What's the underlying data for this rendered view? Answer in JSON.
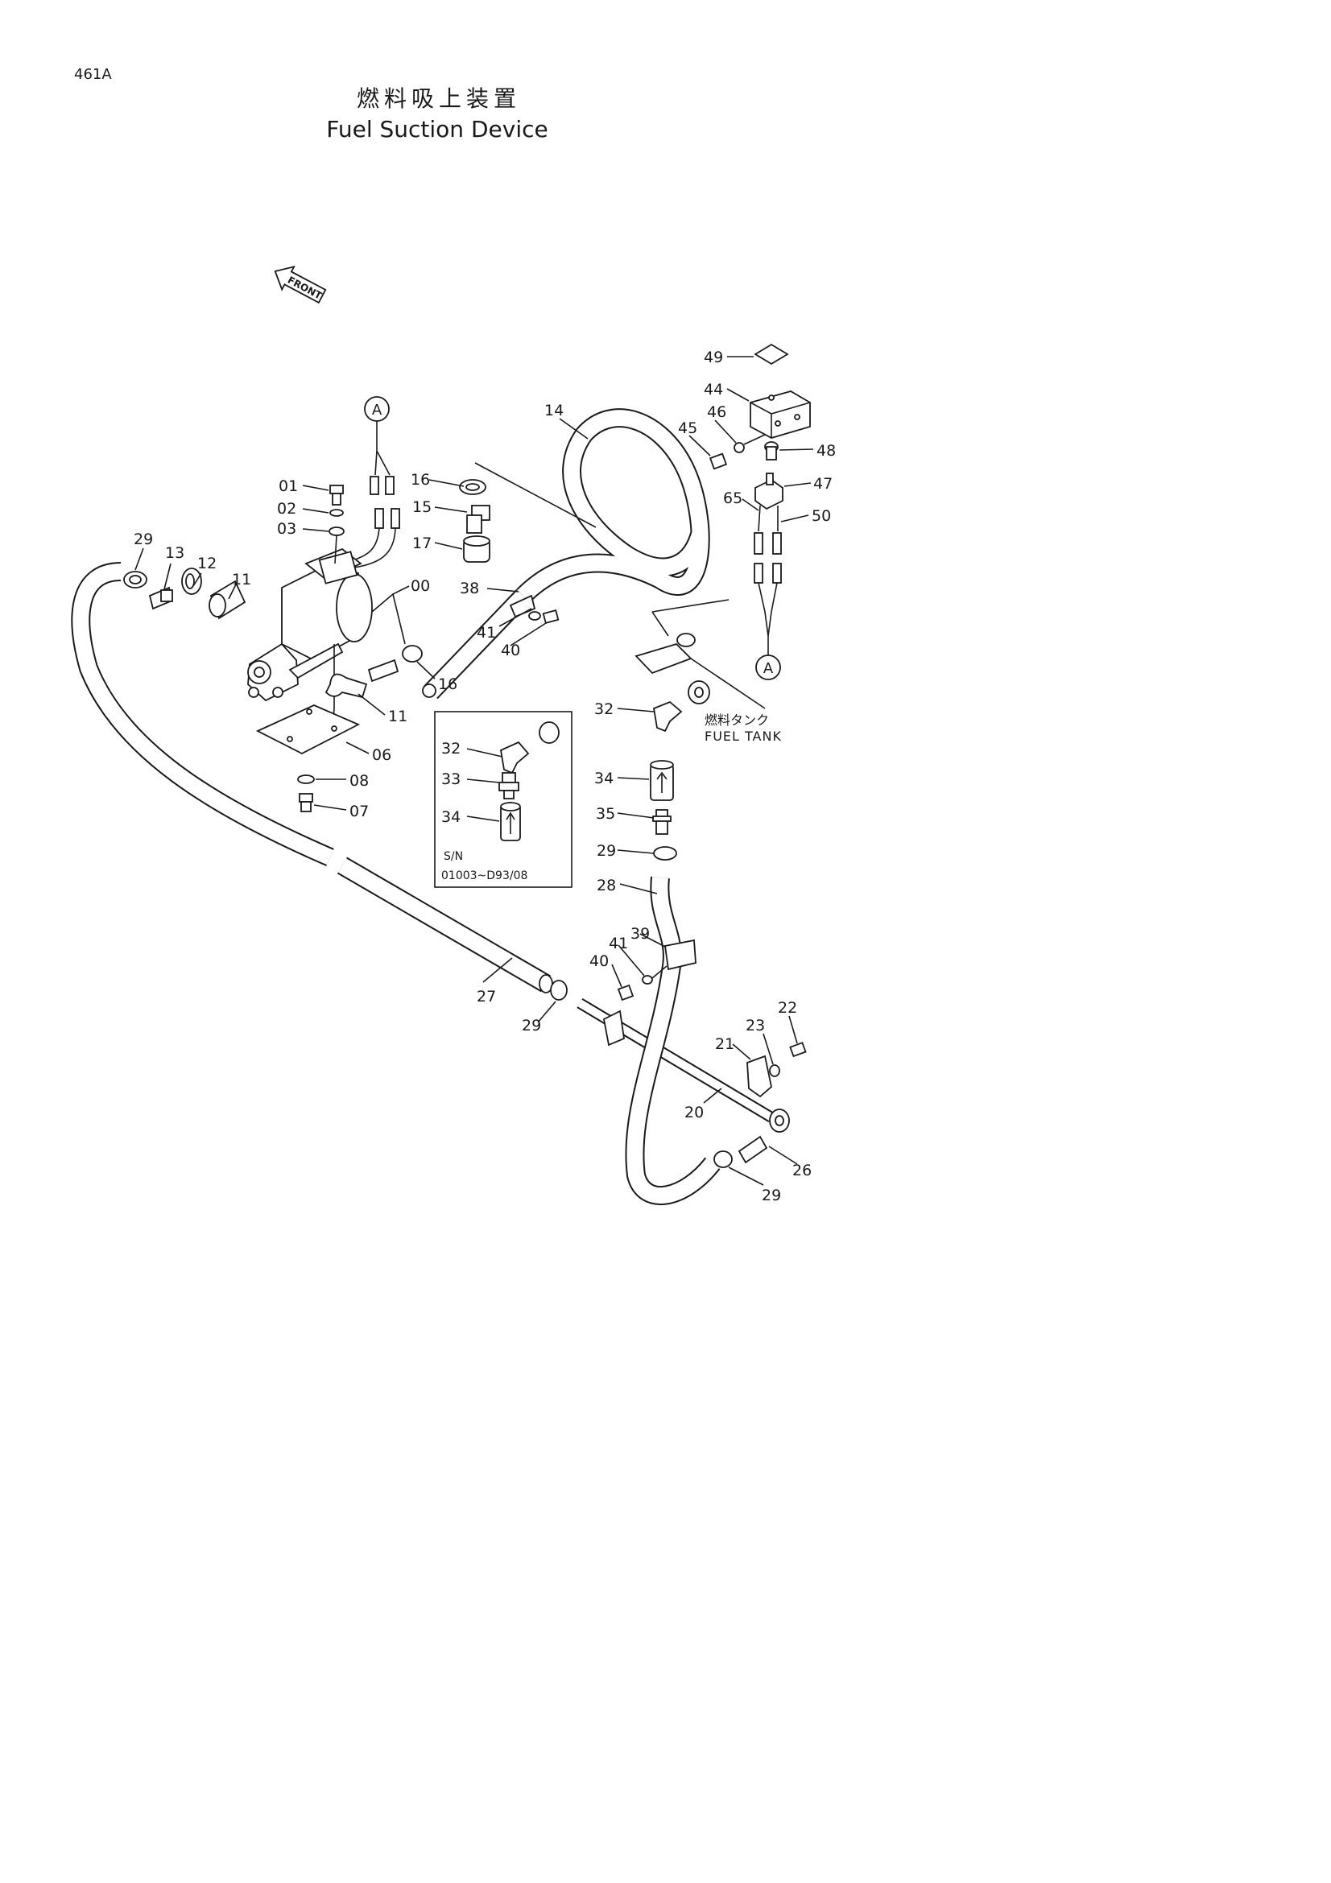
{
  "page_code": "461A",
  "title_jp": "燃料吸上装置",
  "title_en": "Fuel Suction Device",
  "front_label": "FRONT",
  "ref_marker": "A",
  "fuel_tank_jp": "燃料タンク",
  "fuel_tank_en": "FUEL TANK",
  "serial_note": {
    "label": "S/N",
    "range": "01003~D93/08"
  },
  "part_numbers": {
    "p00": "00",
    "p01": "01",
    "p02": "02",
    "p03": "03",
    "p06": "06",
    "p07": "07",
    "p08": "08",
    "p11a": "11",
    "p11b": "11",
    "p12": "12",
    "p13": "13",
    "p14": "14",
    "p15": "15",
    "p16a": "16",
    "p16b": "16",
    "p17": "17",
    "p20": "20",
    "p21": "21",
    "p22": "22",
    "p23": "23",
    "p26": "26",
    "p27": "27",
    "p28": "28",
    "p29a": "29",
    "p29b": "29",
    "p29c": "29",
    "p29d": "29",
    "p32a": "32",
    "p32b": "32",
    "p33": "33",
    "p34a": "34",
    "p34b": "34",
    "p35": "35",
    "p38": "38",
    "p39": "39",
    "p40a": "40",
    "p40b": "40",
    "p41a": "41",
    "p41b": "41",
    "p44": "44",
    "p45": "45",
    "p46": "46",
    "p47": "47",
    "p48": "48",
    "p49": "49",
    "p50": "50",
    "p65": "65"
  }
}
